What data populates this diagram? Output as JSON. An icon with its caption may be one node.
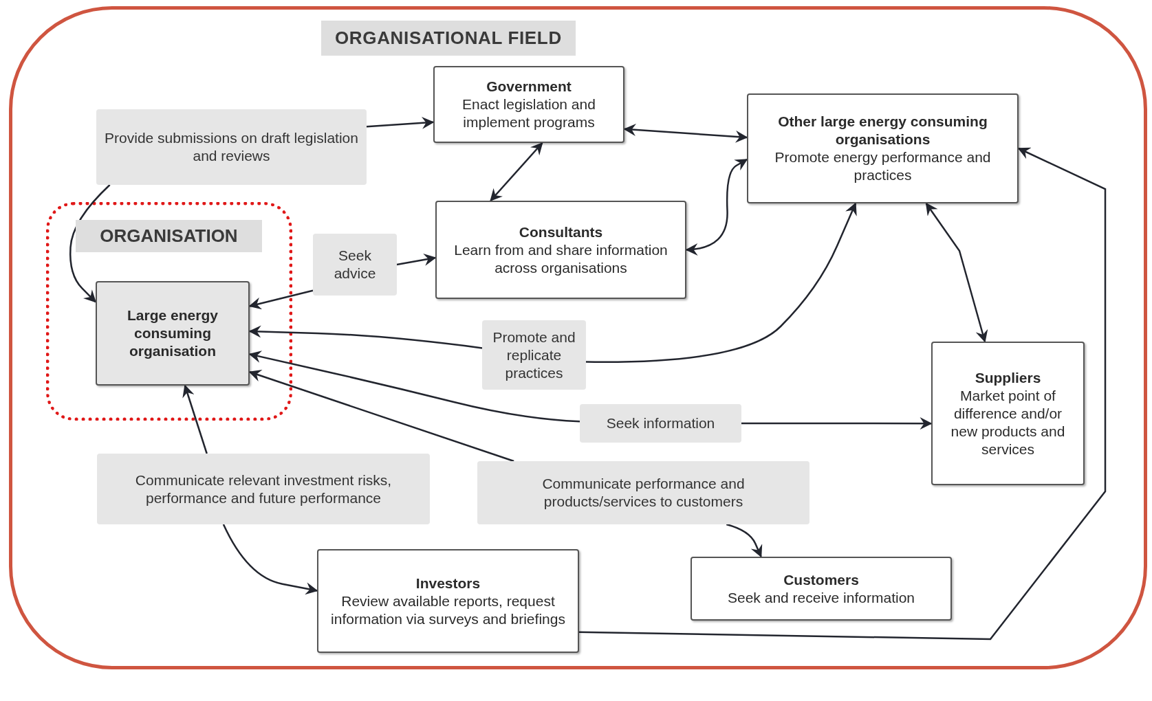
{
  "diagram": {
    "nodes": [
      {
        "text": [
          "ORGANISATIONAL FIELD"
        ]
      },
      {
        "text": [
          "ORGANISATION"
        ],
        "in": 0
      },
      {
        "text": [
          "Large energy consuming organisation"
        ],
        "in": 1
      },
      {
        "text": [
          "Government",
          "Enact legislation and implement programs"
        ],
        "in": 0
      },
      {
        "text": [
          "Other large energy consuming organisations",
          "Promote energy performance and practices"
        ],
        "in": 0
      },
      {
        "text": [
          "Consultants",
          "Learn from and share information across organisations"
        ],
        "in": 0
      },
      {
        "text": [
          "Suppliers",
          "Market point of difference and/or new products and services"
        ],
        "in": 0
      },
      {
        "text": [
          "Investors",
          "Review available reports, request information via surveys and briefings"
        ],
        "in": 0
      },
      {
        "text": [
          "Customers",
          "Seek and receive information"
        ],
        "in": 0
      },
      {
        "text": [
          "Provide submissions on draft legislation and reviews"
        ],
        "in": 0
      },
      {
        "text": [
          "Seek advice"
        ],
        "in": 0
      },
      {
        "text": [
          "Promote and replicate practices"
        ],
        "in": 0
      },
      {
        "text": [
          "Seek information"
        ],
        "in": 0
      },
      {
        "text": [
          "Communicate relevant investment risks, performance and future performance"
        ],
        "in": 0
      },
      {
        "text": [
          "Communicate performance and products/services to customers"
        ],
        "in": 0
      }
    ],
    "edges": [
      {
        "from": 9,
        "to": 3,
        "arrow": "to"
      },
      {
        "from": 9,
        "to": 2,
        "arrow": "to"
      },
      {
        "from": 3,
        "to": 4,
        "arrow": "both"
      },
      {
        "from": 3,
        "to": 5,
        "arrow": "both"
      },
      {
        "from": 5,
        "to": 4,
        "arrow": "both"
      },
      {
        "from": 10,
        "to": 5,
        "arrow": "to"
      },
      {
        "from": 10,
        "to": 2,
        "arrow": "to"
      },
      {
        "from": 11,
        "to": 2,
        "arrow": "to"
      },
      {
        "from": 11,
        "to": 4,
        "arrow": "to"
      },
      {
        "from": 12,
        "to": 2,
        "arrow": "to"
      },
      {
        "from": 12,
        "to": 6,
        "arrow": "to"
      },
      {
        "from": 14,
        "to": 2,
        "arrow": "to"
      },
      {
        "from": 14,
        "to": 8,
        "arrow": "to"
      },
      {
        "from": 13,
        "to": 2,
        "arrow": "to"
      },
      {
        "from": 13,
        "to": 7,
        "arrow": "to"
      },
      {
        "from": 4,
        "to": 6,
        "arrow": "both"
      },
      {
        "from": 7,
        "to": 4,
        "arrow": "to"
      }
    ]
  }
}
